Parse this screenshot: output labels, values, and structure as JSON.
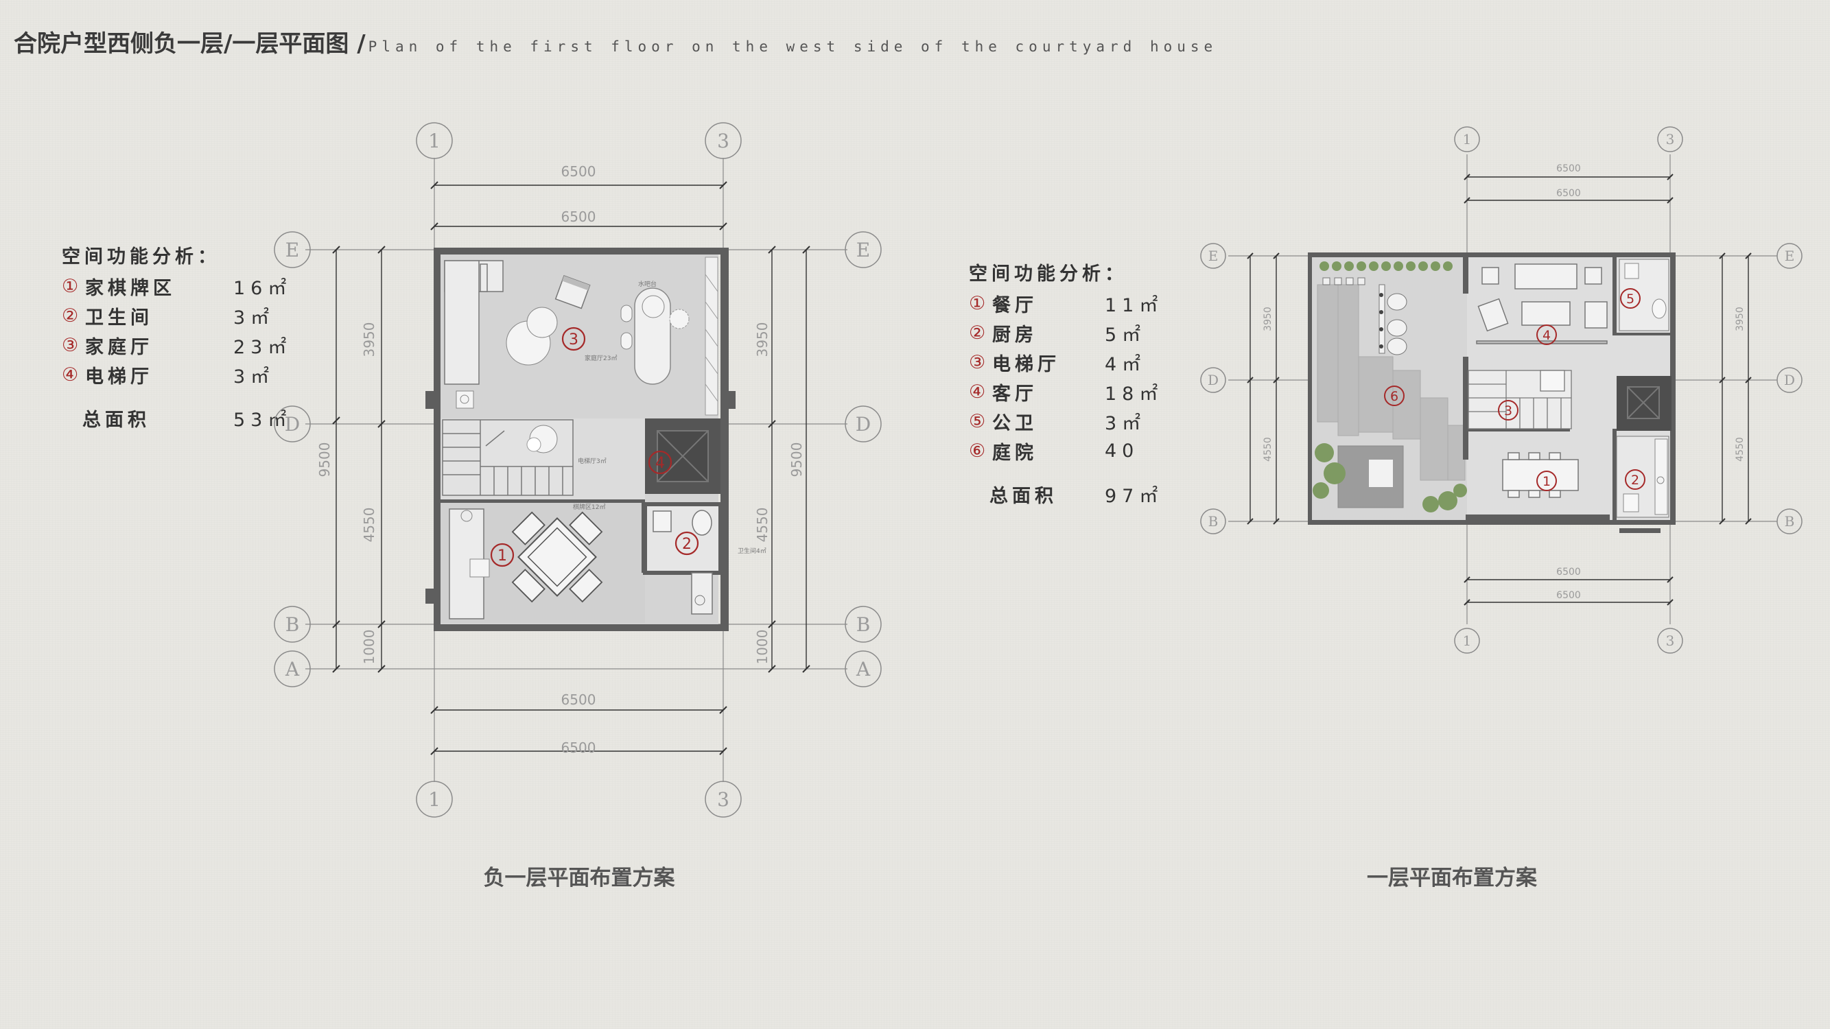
{
  "title": {
    "main": "合院户型西侧负一层/一层平面图 /",
    "subtitle": "Plan of the first floor on the west side of the courtyard house"
  },
  "basement": {
    "caption": "负一层平面布置方案",
    "legend_heading": "空间功能分析：",
    "rooms": [
      {
        "num": "①",
        "name": "家棋牌区",
        "area": "16㎡"
      },
      {
        "num": "②",
        "name": "卫生间",
        "area": "3㎡"
      },
      {
        "num": "③",
        "name": "家庭厅",
        "area": "23㎡"
      },
      {
        "num": "④",
        "name": "电梯厅",
        "area": "3㎡"
      }
    ],
    "total_label": "总面积",
    "total_area": "53㎡",
    "axes": {
      "col1": "1",
      "col3": "3",
      "rowE": "E",
      "rowD": "D",
      "rowB": "B",
      "rowA": "A"
    },
    "dims": {
      "top1": "6500",
      "top2": "6500",
      "bot1": "6500",
      "bot2": "6500",
      "leftA": "3950",
      "leftB": "4550",
      "leftC": "1000",
      "leftTotal": "9500",
      "rightA": "3950",
      "rightB": "4550",
      "rightC": "1000",
      "rightTotal": "9500"
    },
    "plan_labels": {
      "family": "家庭厅23㎡",
      "bar": "水吧台",
      "elev": "电梯厅3㎡",
      "chess": "棋牌区12㎡",
      "wc": "卫生间4㎡"
    }
  },
  "ground": {
    "caption": "一层平面布置方案",
    "legend_heading": "空间功能分析：",
    "rooms": [
      {
        "num": "①",
        "name": "餐厅",
        "area": "11㎡"
      },
      {
        "num": "②",
        "name": "厨房",
        "area": "5㎡"
      },
      {
        "num": "③",
        "name": "电梯厅",
        "area": "4㎡"
      },
      {
        "num": "④",
        "name": "客厅",
        "area": "18㎡"
      },
      {
        "num": "⑤",
        "name": "公卫",
        "area": "3㎡"
      },
      {
        "num": "⑥",
        "name": "庭院",
        "area": "40"
      }
    ],
    "total_label": "总面积",
    "total_area": "97㎡",
    "axes": {
      "col1": "1",
      "col3": "3",
      "rowE": "E",
      "rowD": "D",
      "rowB": "B"
    },
    "dims": {
      "top1": "6500",
      "top2": "6500",
      "bot1": "6500",
      "bot2": "6500",
      "leftA": "3950",
      "leftB": "4550",
      "rightA": "3950",
      "rightB": "4550"
    }
  },
  "colors": {
    "accent": "#a52929",
    "wall": "#5e5e5e",
    "floor": "#cfcfcf",
    "line": "#6a6a6a"
  }
}
